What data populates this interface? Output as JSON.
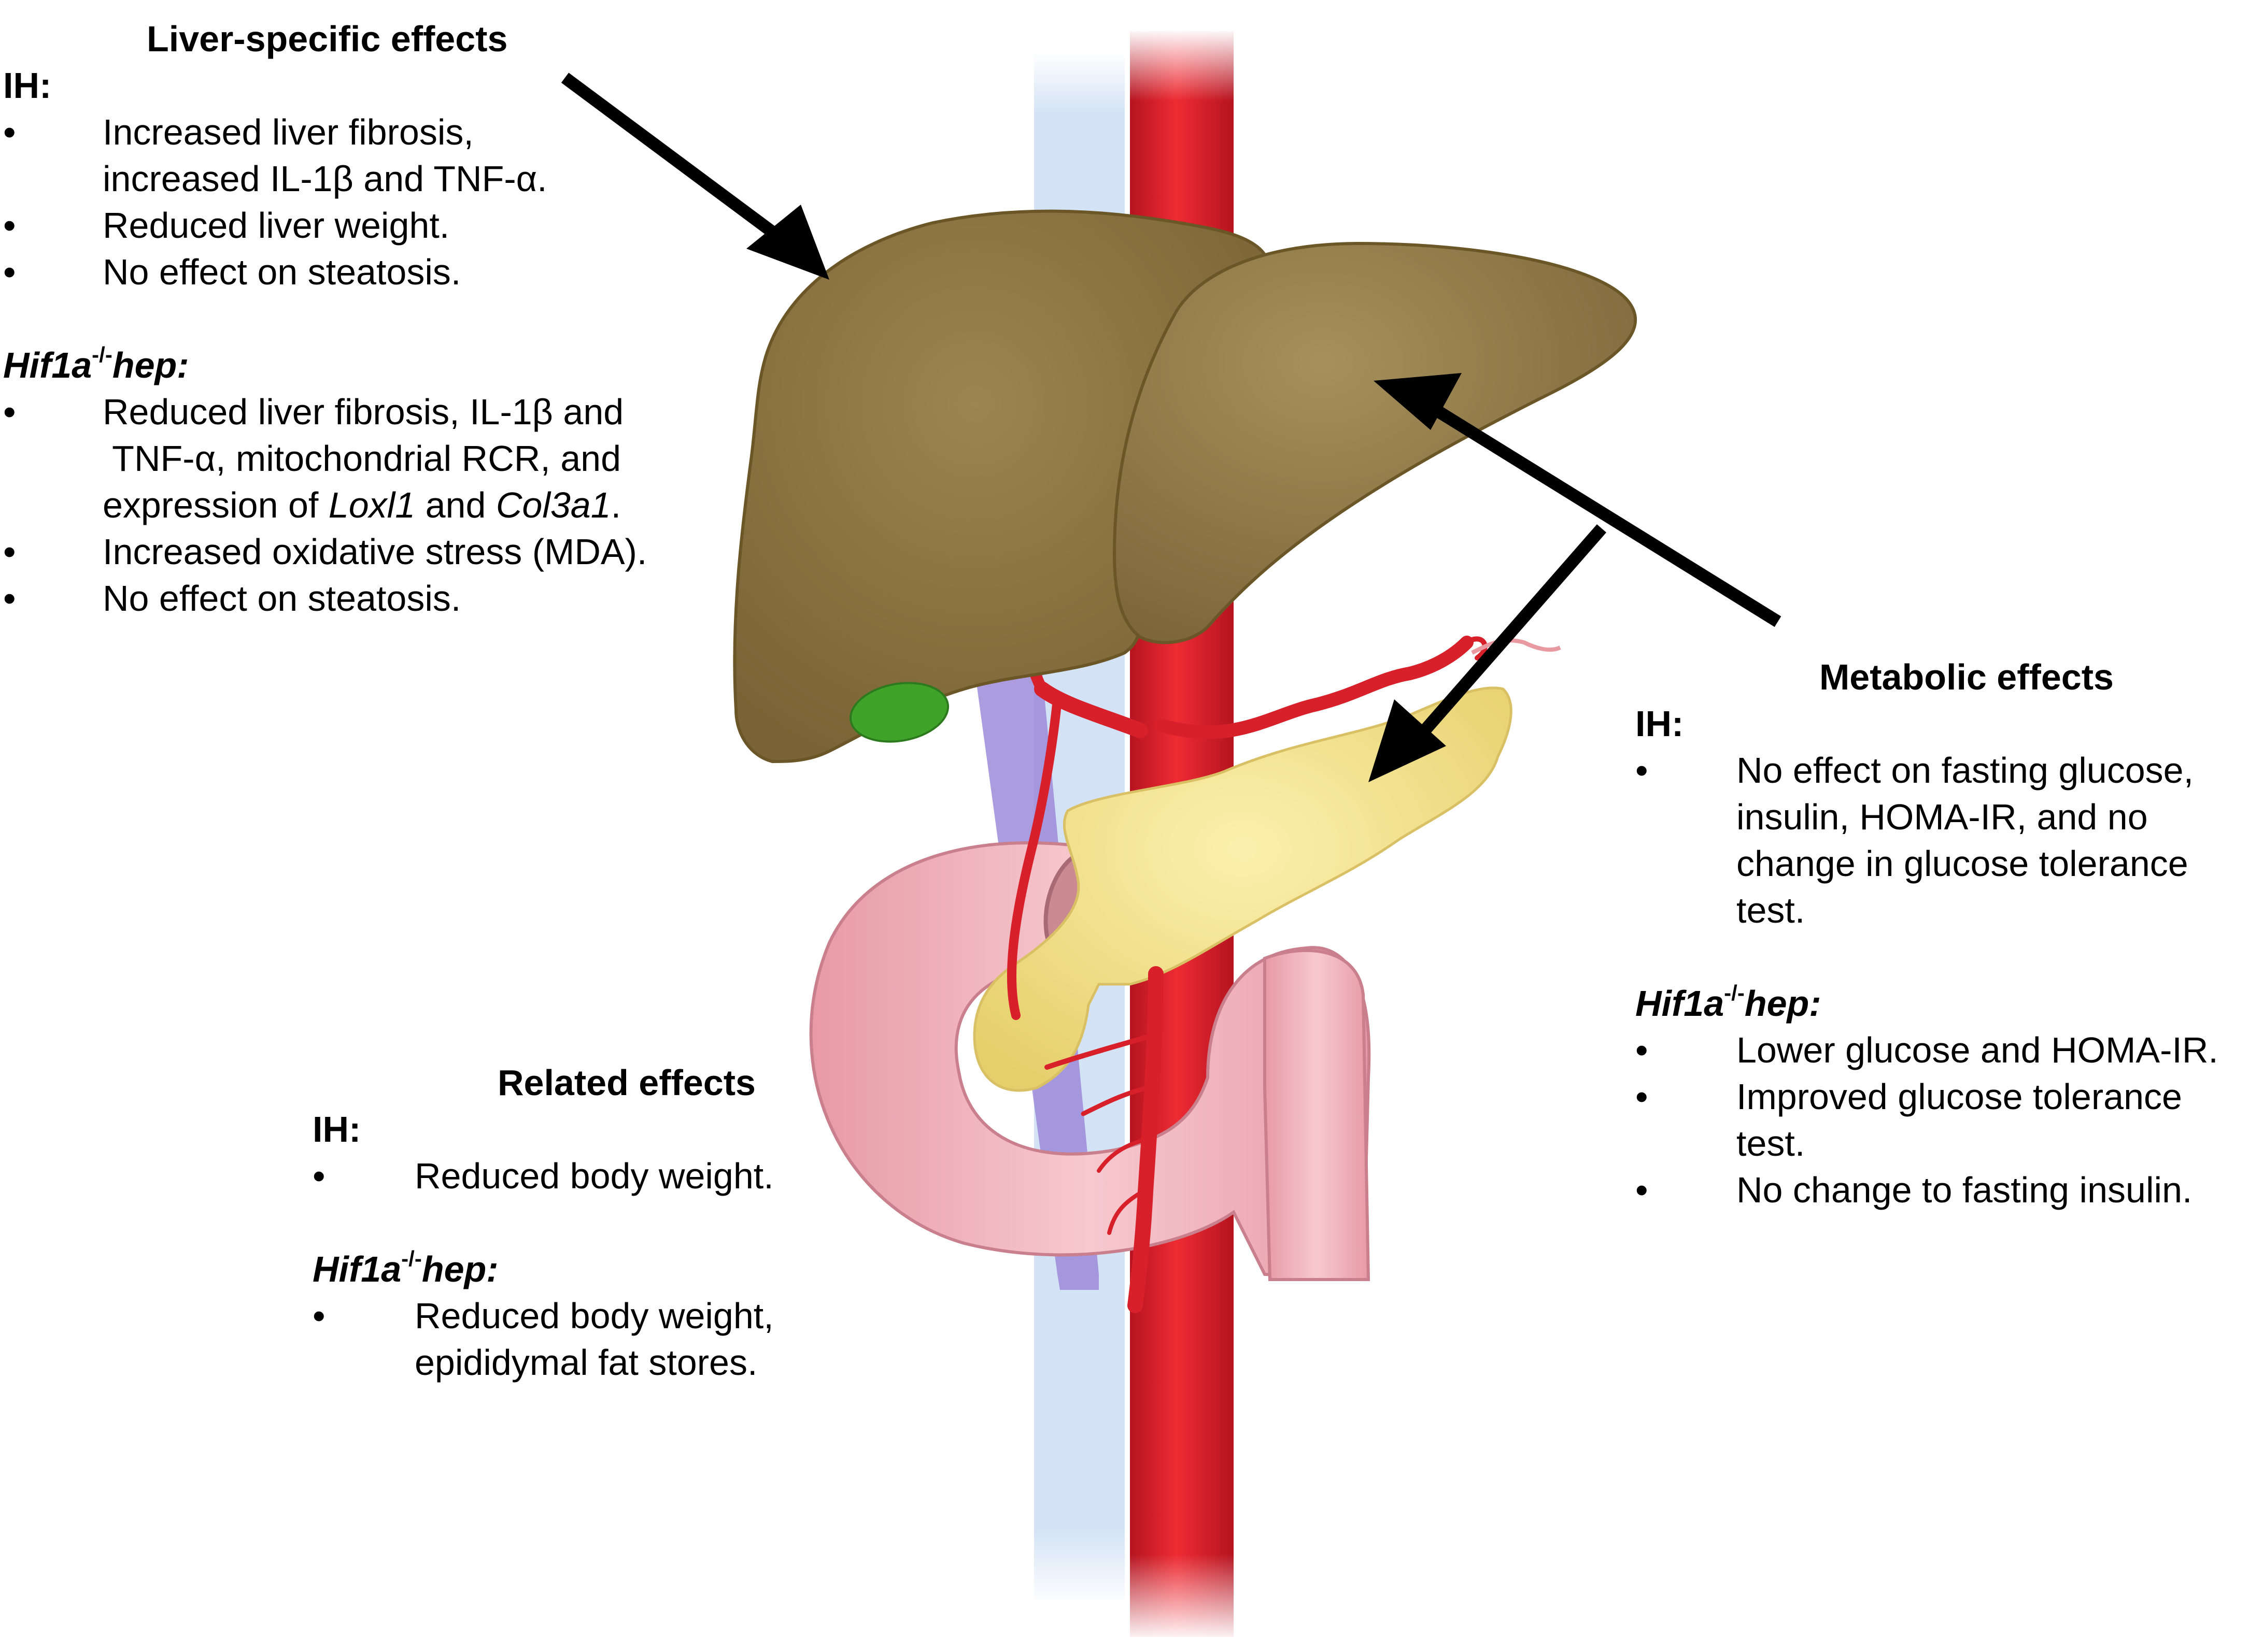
{
  "liver_panel": {
    "title": "Liver-specific effects",
    "ih_label": "IH:",
    "ih_items": [
      {
        "lines": [
          "Increased liver fibrosis,",
          "increased IL-1β and TNF-α."
        ]
      },
      {
        "lines": [
          "Reduced liver weight."
        ]
      },
      {
        "lines": [
          "No effect on steatosis."
        ]
      }
    ],
    "hif_label": {
      "base": "Hif1a",
      "sup": "-/-",
      "suffix": "hep:"
    },
    "hif_items": [
      {
        "lines": [
          "Reduced liver fibrosis, IL-1β and",
          " TNF-α, mitochondrial RCR, and"
        ]
      },
      {
        "line3": {
          "pre": "expression of ",
          "gene1": "Loxl1",
          "mid": " and ",
          "gene2": "Col3a1",
          "post": "."
        }
      },
      {
        "lines": [
          "Increased oxidative stress (MDA)."
        ]
      },
      {
        "lines": [
          "No effect on steatosis."
        ]
      }
    ]
  },
  "metabolic_panel": {
    "title": "Metabolic effects",
    "ih_label": "IH:",
    "ih_items": [
      {
        "lines": [
          "No effect on fasting glucose,",
          "insulin, HOMA-IR, and no",
          "change in glucose tolerance",
          "test."
        ]
      }
    ],
    "hif_label": {
      "base": "Hif1a",
      "sup": "-/-",
      "suffix": "hep:"
    },
    "hif_items": [
      {
        "lines": [
          "Lower glucose and HOMA-IR."
        ]
      },
      {
        "lines": [
          "Improved glucose tolerance",
          "test."
        ]
      },
      {
        "lines": [
          "No change to fasting insulin."
        ]
      }
    ]
  },
  "related_panel": {
    "title": "Related effects",
    "ih_label": "IH:",
    "ih_items": [
      {
        "lines": [
          "Reduced body weight."
        ]
      }
    ],
    "hif_label": {
      "base": "Hif1a",
      "sup": "-/-",
      "suffix": "hep:"
    },
    "hif_items": [
      {
        "lines": [
          "Reduced body weight,",
          "epididymal fat stores."
        ]
      }
    ]
  },
  "bullet_glyph": "•",
  "colors": {
    "liver": "#8c7543",
    "liver_light": "#a08a55",
    "gallbladder": "#3fa32a",
    "aorta": "#e0202a",
    "vena_cava": "#cfe0f3",
    "vena_cava_lower": "#9b8ad8",
    "pancreas": "#f4e48f",
    "duodenum": "#f2b8bf",
    "arrow": "#000000"
  }
}
